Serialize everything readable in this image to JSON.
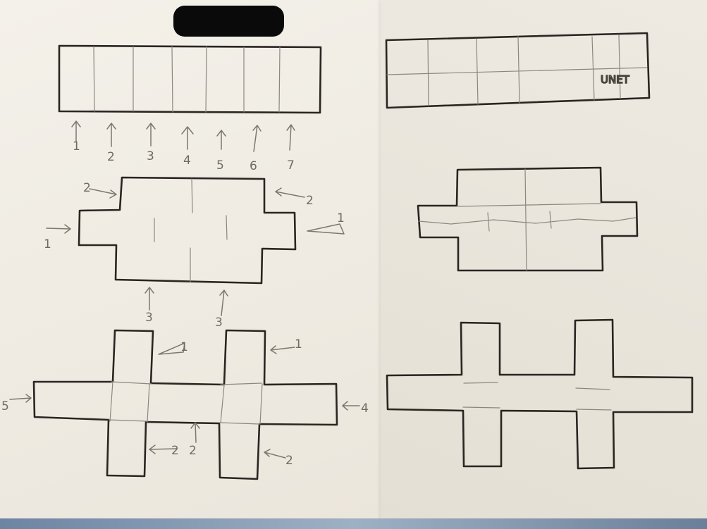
{
  "sheet": {
    "redaction_label": "",
    "left_column": {
      "strip_labels": [
        "1",
        "2",
        "3",
        "4",
        "5",
        "6",
        "7"
      ],
      "cross_labels": {
        "left": "1",
        "top_left": "2",
        "top_right": "2",
        "right": "1",
        "bottom_left": "3",
        "bottom_right": "3"
      },
      "double_cross_labels": {
        "left": "5",
        "top_left_arm": "1",
        "top_right_arm": "1",
        "right": "4",
        "bottom_left_arm": "2",
        "bottom_mid": "2",
        "bottom_right_arm": "2"
      }
    },
    "right_column": {
      "strip_scribble": "UNET"
    }
  }
}
